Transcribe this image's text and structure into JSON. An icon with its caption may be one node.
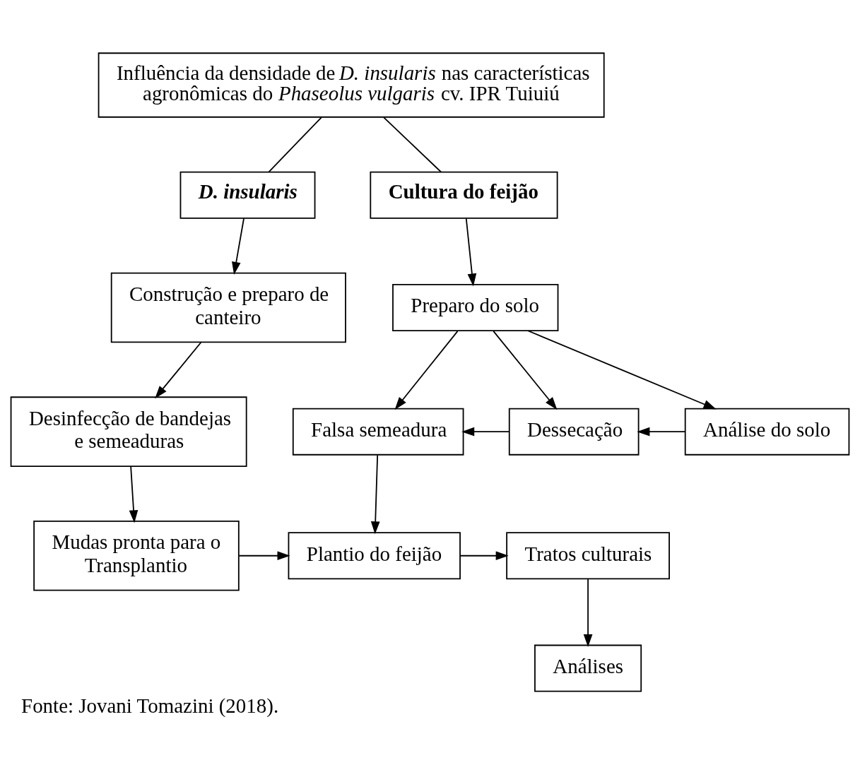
{
  "diagram": {
    "caption": "Fonte: Jovani Tomazini (2018).",
    "nodes": [
      {
        "text": [
          "Influência da densidade de *D. insularis* nas características agronômicas do *Phaseolus vulgaris* cv. IPR Tuiuiú"
        ]
      },
      {
        "text": [
          "D. insularis"
        ]
      },
      {
        "text": [
          "Cultura do feijão"
        ]
      },
      {
        "text": [
          "Construção e preparo de canteiro"
        ]
      },
      {
        "text": [
          "Desinfecção de bandejas e semeaduras"
        ]
      },
      {
        "text": [
          "Mudas pronta para o Transplantio"
        ]
      },
      {
        "text": [
          "Preparo do solo"
        ]
      },
      {
        "text": [
          "Falsa semeadura"
        ]
      },
      {
        "text": [
          "Dessecação"
        ]
      },
      {
        "text": [
          "Análise do solo"
        ]
      },
      {
        "text": [
          "Plantio do feijão"
        ]
      },
      {
        "text": [
          "Tratos culturais"
        ]
      },
      {
        "text": [
          "Análises"
        ]
      }
    ],
    "edges": [
      {
        "from": 0,
        "to": 1,
        "arrow": "none"
      },
      {
        "from": 0,
        "to": 2,
        "arrow": "none"
      },
      {
        "from": 1,
        "to": 3,
        "arrow": "to"
      },
      {
        "from": 3,
        "to": 4,
        "arrow": "to"
      },
      {
        "from": 4,
        "to": 5,
        "arrow": "to"
      },
      {
        "from": 2,
        "to": 6,
        "arrow": "to"
      },
      {
        "from": 6,
        "to": 7,
        "arrow": "to"
      },
      {
        "from": 6,
        "to": 8,
        "arrow": "to"
      },
      {
        "from": 6,
        "to": 9,
        "arrow": "to"
      },
      {
        "from": 8,
        "to": 7,
        "arrow": "to"
      },
      {
        "from": 9,
        "to": 8,
        "arrow": "to"
      },
      {
        "from": 7,
        "to": 10,
        "arrow": "to"
      },
      {
        "from": 5,
        "to": 10,
        "arrow": "to"
      },
      {
        "from": 10,
        "to": 11,
        "arrow": "to"
      },
      {
        "from": 11,
        "to": 12,
        "arrow": "to"
      }
    ]
  }
}
